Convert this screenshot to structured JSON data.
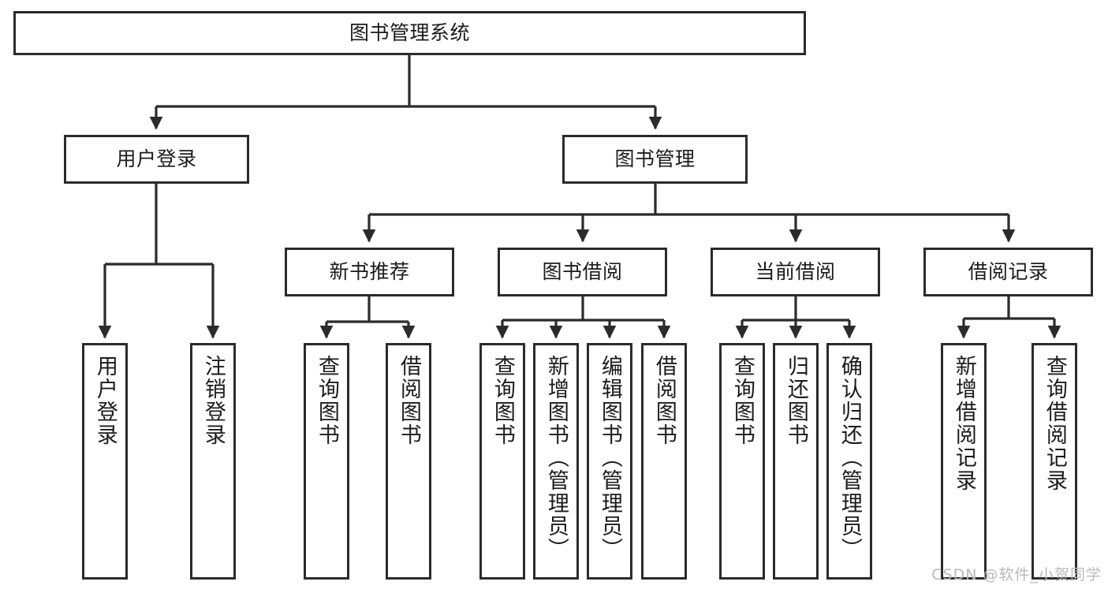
{
  "diagram": {
    "title": "图书管理系统",
    "type": "tree-hierarchy-diagram",
    "theme": {
      "background": "#ffffff",
      "node_fill": "#ffffff",
      "node_stroke": "#2b2b2b",
      "edge_color": "#2b2b2b",
      "text_color": "#1b1b1b",
      "watermark_color": "#b9b9b9"
    },
    "root": {
      "label": "图书管理系统"
    },
    "level1": [
      {
        "label": "用户登录"
      },
      {
        "label": "图书管理"
      }
    ],
    "level2": [
      {
        "label": "新书推荐"
      },
      {
        "label": "图书借阅"
      },
      {
        "label": "当前借阅"
      },
      {
        "label": "借阅记录"
      }
    ],
    "leaves": {
      "user_login": [
        {
          "label": "用户登录"
        },
        {
          "label": "注销登录"
        }
      ],
      "new_book_recommend": [
        {
          "label": "查询图书"
        },
        {
          "label": "借阅图书"
        }
      ],
      "book_borrow": [
        {
          "label": "查询图书"
        },
        {
          "label": "新增图书（管理员）"
        },
        {
          "label": "编辑图书（管理员）"
        },
        {
          "label": "借阅图书"
        }
      ],
      "current_borrow": [
        {
          "label": "查询图书"
        },
        {
          "label": "归还图书"
        },
        {
          "label": "确认归还（管理员）"
        }
      ],
      "borrow_record": [
        {
          "label": "新增借阅记录"
        },
        {
          "label": "查询借阅记录"
        }
      ]
    },
    "watermark": "CSDN @软件_小贺同学"
  }
}
